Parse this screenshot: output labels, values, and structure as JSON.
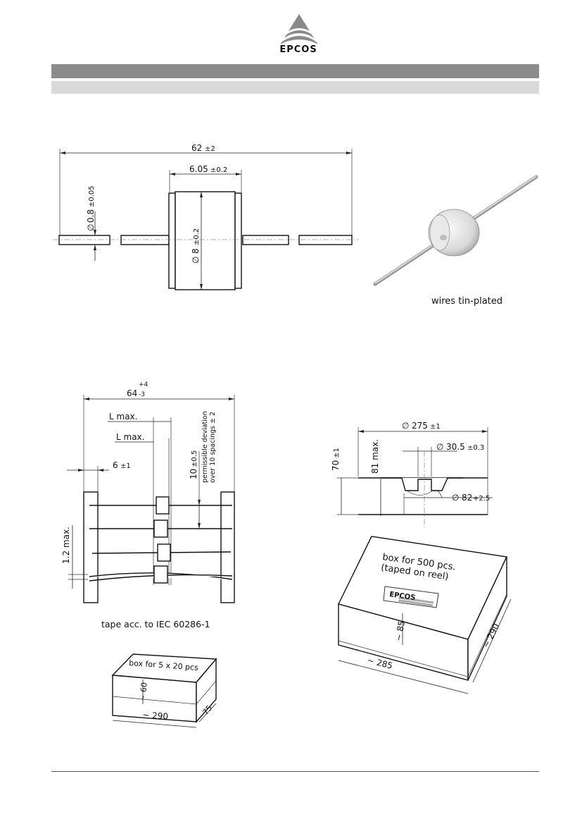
{
  "brand": {
    "name": "EPCOS"
  },
  "drawing": {
    "overall_length": {
      "value": "62",
      "tol": "±2"
    },
    "body_length": {
      "value": "6.05",
      "tol": "±0.2"
    },
    "wire_diameter": {
      "sym": "∅",
      "value": "0.8",
      "tol": "±0.05"
    },
    "body_diameter": {
      "sym": "∅",
      "value": "8",
      "tol": "±0.2"
    }
  },
  "photo": {
    "caption": "wires tin-plated"
  },
  "tape": {
    "length_base": "64",
    "length_plus": "+4",
    "length_minus": "-3",
    "l_max": "L max.",
    "pitch_value": "10",
    "pitch_tol": "±0.5",
    "note_line1": "permissible deviation",
    "note_line2": "over 10 spacings ± 2",
    "spacing_value": "6",
    "spacing_tol": "±1",
    "max_offset": "1.2 max.",
    "caption": "tape acc. to IEC 60286-1"
  },
  "small_box": {
    "label": "box for 5 x 20 pcs",
    "height": "~ 60",
    "length": "~ 290",
    "depth": "75"
  },
  "reel": {
    "outer_diameter": {
      "sym": "∅",
      "value": "275",
      "tol": "±1"
    },
    "arbor_diameter": {
      "sym": "∅",
      "value": "30.5",
      "tol": "±0.3"
    },
    "hub_diameter": {
      "sym": "∅",
      "value": "82",
      "tol": "+2.5"
    },
    "height": {
      "value": "70",
      "tol": "±1"
    },
    "max_height": "81 max."
  },
  "big_box": {
    "label_line1": "box for 500 pcs.",
    "label_line2": "(taped on reel)",
    "height": "~ 85",
    "length": "~ 285",
    "depth": "~ 290",
    "label_brand": "EPCOS"
  }
}
